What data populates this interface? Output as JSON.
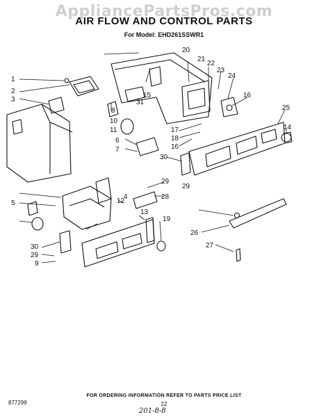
{
  "watermark": "AppliancePartsPros.com",
  "title": "AIR FLOW AND CONTROL PARTS",
  "model": "For Model: EHD261SSWR1",
  "callouts": [
    "1",
    "2",
    "3",
    "4",
    "5",
    "6",
    "7",
    "8",
    "9",
    "10",
    "11",
    "12",
    "13",
    "14",
    "15",
    "16",
    "16",
    "17",
    "18",
    "19",
    "20",
    "21",
    "22",
    "23",
    "24",
    "25",
    "26",
    "27",
    "28",
    "29",
    "29",
    "29",
    "30",
    "30",
    "31"
  ],
  "footer": {
    "note": "FOR ORDERING INFORMATION REFER TO PARTS PRICE LIST",
    "code": "877299",
    "page": "22",
    "handwritten": "201-8-8"
  }
}
